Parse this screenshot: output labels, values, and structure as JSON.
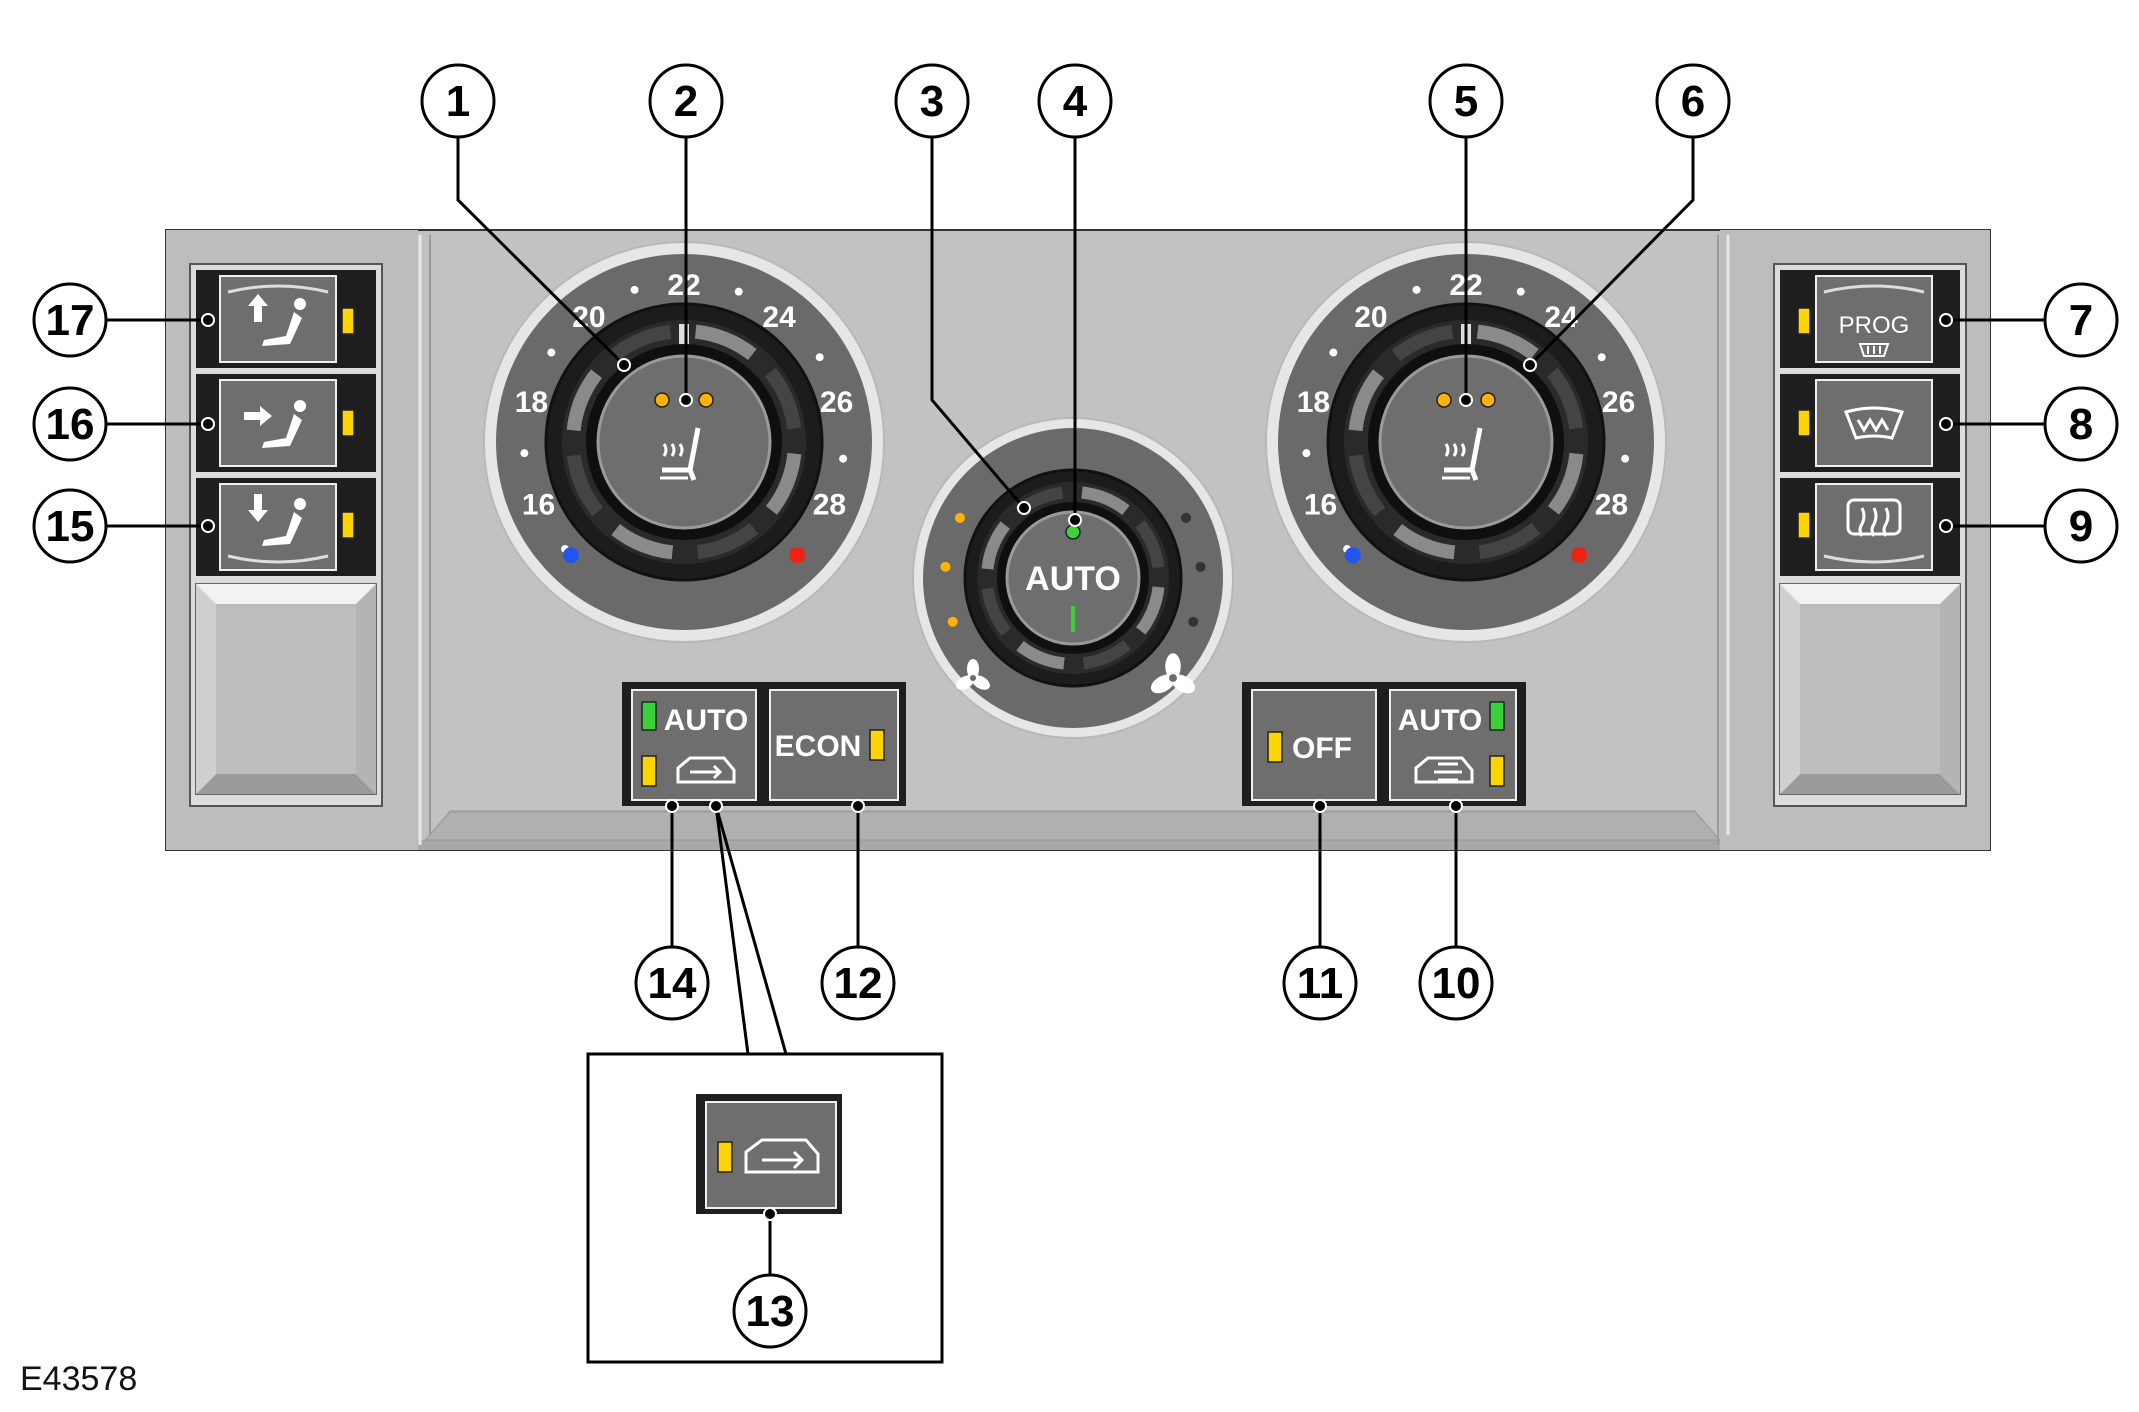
{
  "figure_id": "E43578",
  "colors": {
    "panel": "#c2c2c2",
    "panel_dark": "#9e9e9e",
    "button": "#6f6f6f",
    "knob": "#1f1f1f",
    "led_amber": "#ffd400",
    "led_green": "#3ad13a",
    "cold": "#2255ee",
    "hot": "#ee2211",
    "amber_dot": "#ffb300"
  },
  "left_dial": {
    "scale": [
      "16",
      "18",
      "20",
      "22",
      "24",
      "26",
      "28"
    ],
    "icon": "heated-seat-icon"
  },
  "right_dial": {
    "scale": [
      "16",
      "18",
      "20",
      "22",
      "24",
      "26",
      "28"
    ],
    "icon": "heated-seat-icon"
  },
  "center_dial": {
    "label": "AUTO",
    "icons": [
      "fan-low-icon",
      "fan-high-icon"
    ]
  },
  "buttons": {
    "auto_left": "AUTO",
    "econ": "ECON",
    "off": "OFF",
    "auto_right": "AUTO",
    "prog": "PROG"
  },
  "left_buttons_icons": [
    "vent-face-icon",
    "vent-face-feet-icon",
    "vent-feet-icon"
  ],
  "right_buttons_icons": [
    "prog-defrost-icon",
    "windscreen-heat-icon",
    "rear-screen-heat-icon"
  ],
  "callouts": [
    "1",
    "2",
    "3",
    "4",
    "5",
    "6",
    "7",
    "8",
    "9",
    "10",
    "11",
    "12",
    "13",
    "14",
    "15",
    "16",
    "17"
  ]
}
